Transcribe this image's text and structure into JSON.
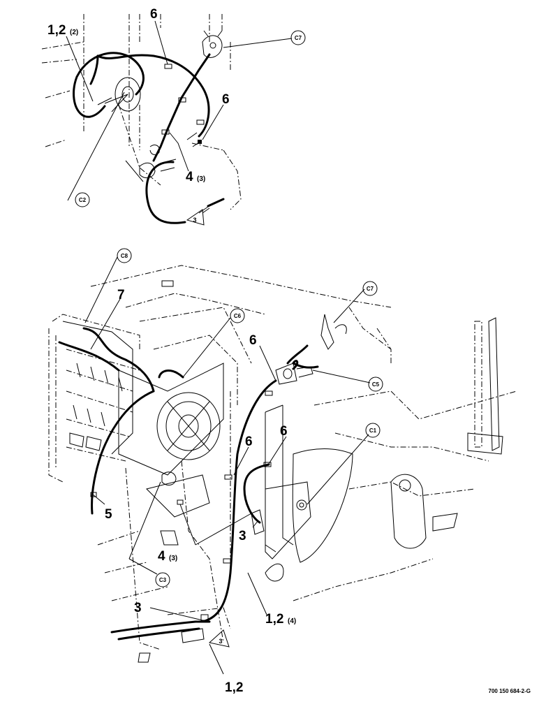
{
  "figure_id": "700 150 684-2-G",
  "callouts": {
    "top_1_2": {
      "main": "1,2",
      "sub": "(2)"
    },
    "top_6a": "6",
    "top_6b": "6",
    "top_4": {
      "main": "4",
      "sub": "(3)"
    },
    "top_c7": "C7",
    "top_c2": "C2",
    "top_tri_3": "3",
    "bot_c8": "C8",
    "bot_7": "7",
    "bot_c6": "C6",
    "bot_c7": "C7",
    "bot_6a": "6",
    "bot_c5": "C5",
    "bot_6b": "6",
    "bot_6c": "6",
    "bot_c1": "C1",
    "bot_5": "5",
    "bot_3a": "3",
    "bot_4": {
      "main": "4",
      "sub": "(3)"
    },
    "bot_c3": "C3",
    "bot_1_2_4": {
      "main": "1,2",
      "sub": "(4)"
    },
    "bot_3b": "3",
    "bot_tri_3": "3",
    "bot_1_2": "1,2"
  }
}
